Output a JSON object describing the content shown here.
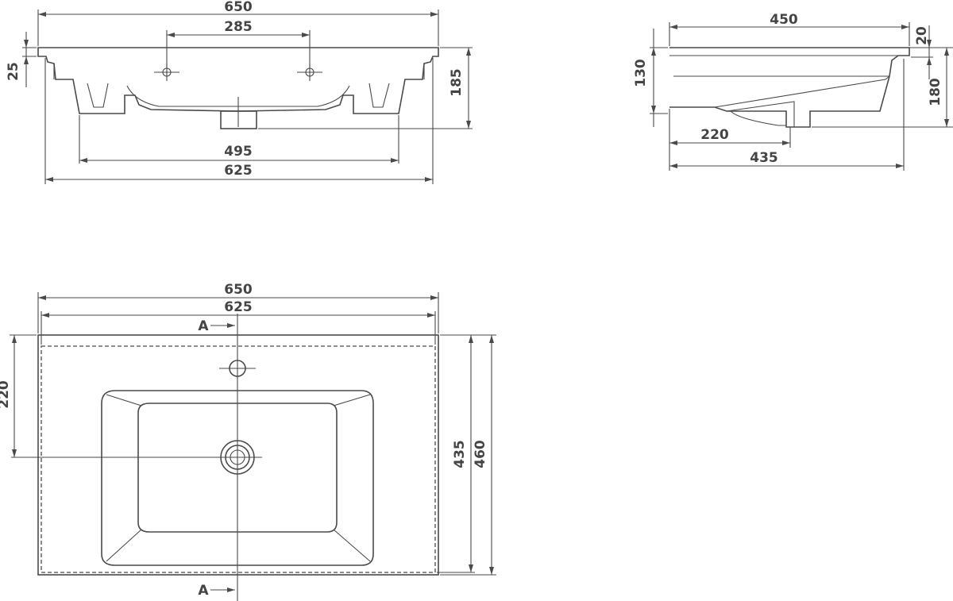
{
  "front_view": {
    "overall_width": "650",
    "tap_holes_spacing": "285",
    "rim_thickness": "25",
    "total_height": "185",
    "support_width": "495",
    "base_width": "625"
  },
  "side_view": {
    "depth_top": "450",
    "rim_height": "20",
    "bowl_height": "130",
    "total_height": "180",
    "drain_offset": "220",
    "depth_bottom": "435"
  },
  "plan_view": {
    "overall_width": "650",
    "inner_width": "625",
    "drain_offset": "220",
    "inner_depth": "435",
    "overall_depth": "460",
    "section_label_top": "A",
    "section_label_bottom": "A"
  },
  "colors": {
    "line": "#4a4a4a",
    "text": "#444444",
    "background": "#ffffff"
  }
}
